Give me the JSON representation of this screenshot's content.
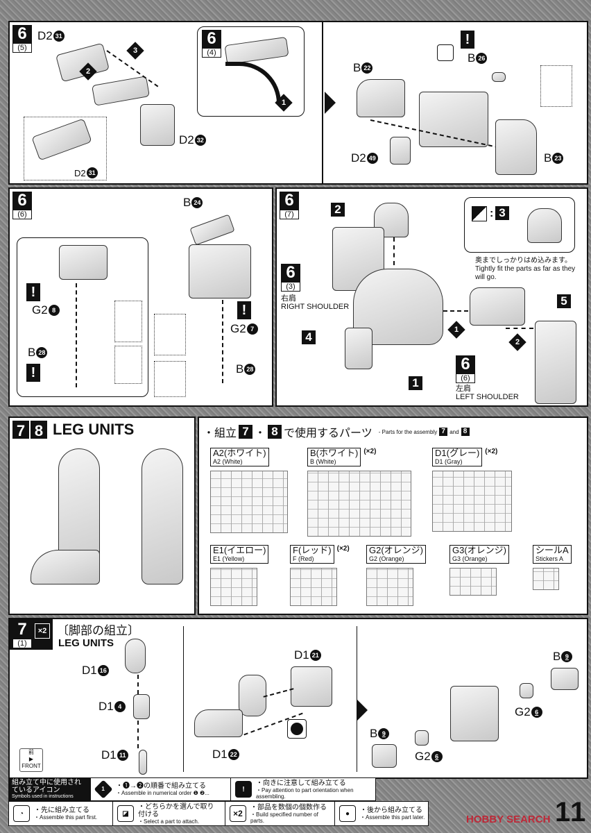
{
  "step6_5": {
    "step": "6",
    "sub": "(5)",
    "inset_step": "6",
    "inset_sub": "(4)",
    "labels": [
      {
        "p": "D2",
        "n": "31"
      },
      {
        "p": "D2",
        "n": "32"
      },
      {
        "p": "D2",
        "n": "31"
      },
      {
        "p": "B",
        "n": "22"
      },
      {
        "p": "B",
        "n": "26"
      },
      {
        "p": "D2",
        "n": "49"
      },
      {
        "p": "B",
        "n": "23"
      }
    ],
    "order": [
      "1",
      "2",
      "3"
    ]
  },
  "step6_6": {
    "step": "6",
    "sub": "(6)",
    "labels": [
      {
        "p": "B",
        "n": "24"
      },
      {
        "p": "G2",
        "n": "8"
      },
      {
        "p": "B",
        "n": "28"
      },
      {
        "p": "G2",
        "n": "7"
      },
      {
        "p": "B",
        "n": "28"
      }
    ]
  },
  "step6_7": {
    "step": "6",
    "sub": "(7)",
    "part_numbers": [
      "2",
      "4",
      "1",
      "5"
    ],
    "right_shoulder": {
      "step": "6",
      "sub": "(3)",
      "jp": "右肩",
      "en": "RIGHT SHOULDER"
    },
    "left_shoulder": {
      "step": "6",
      "sub": "(6)",
      "jp": "左肩",
      "en": "LEFT SHOULDER"
    },
    "callout": {
      "sep": ":",
      "num": "3"
    },
    "note_jp": "奥までしっかりはめ込みます。",
    "note_en": "Tightly fit the parts as far as they will go.",
    "order": [
      "1",
      "2"
    ]
  },
  "leg_title": {
    "n1": "7",
    "n2": "8",
    "title": "LEG UNITS"
  },
  "parts_header": {
    "jp_pre": "・組立",
    "n1": "7",
    "dot": "・",
    "n2": "8",
    "jp_post": "で使用するパーツ",
    "en_pre": "- Parts for the assembly",
    "and": "and"
  },
  "runners": [
    {
      "jp": "A2(ホワイト)",
      "en": "A2 (White)",
      "count": ""
    },
    {
      "jp": "B(ホワイト)",
      "en": "B (White)",
      "count": "(×2)"
    },
    {
      "jp": "D1(グレー)",
      "en": "D1 (Gray)",
      "count": "(×2)"
    },
    {
      "jp": "E1(イエロー)",
      "en": "E1 (Yellow)",
      "count": ""
    },
    {
      "jp": "F(レッド)",
      "en": "F (Red)",
      "count": "(×2)"
    },
    {
      "jp": "G2(オレンジ)",
      "en": "G2 (Orange)",
      "count": ""
    },
    {
      "jp": "G3(オレンジ)",
      "en": "G3 (Orange)",
      "count": ""
    },
    {
      "jp": "シールA",
      "en": "Stickers A",
      "count": ""
    }
  ],
  "step7_1": {
    "step": "7",
    "sub": "(1)",
    "mult": "×2",
    "jp": "〔脚部の組立〕",
    "en": "LEG UNITS",
    "labels": [
      {
        "p": "D1",
        "n": "16"
      },
      {
        "p": "D1",
        "n": "4"
      },
      {
        "p": "D1",
        "n": "11"
      },
      {
        "p": "D1",
        "n": "21"
      },
      {
        "p": "D1",
        "n": "22"
      },
      {
        "p": "B",
        "n": "9"
      },
      {
        "p": "G2",
        "n": "6"
      },
      {
        "p": "B",
        "n": "9"
      },
      {
        "p": "G2",
        "n": "6"
      }
    ],
    "front_jp": "前",
    "front_en": "FRONT"
  },
  "legend": {
    "title_jp": "組み立て中に使用されているアイコン",
    "title_en": "Symbols used in instructions",
    "items": [
      {
        "icon": "order-diamond-icon",
        "glyph": "1",
        "jp": "・❶→❷の順番で組み立てる",
        "en": "・Assemble in numerical order ❶ ❷..."
      },
      {
        "icon": "exclamation-icon",
        "glyph": "!",
        "jp": "・向きに注意して組み立てる",
        "en": "・Pay attention to part orientation when assembling."
      },
      {
        "icon": "assemble-first-icon",
        "glyph": "◔",
        "jp": "・先に組み立てる",
        "en": "・Assemble this part first."
      },
      {
        "icon": "select-part-icon",
        "glyph": "◪",
        "jp": "・どちらかを選んで取り付ける",
        "en": "・Select a part to attach."
      },
      {
        "icon": "multiply-icon",
        "glyph": "×2",
        "jp": "・部品を数個の個数作る",
        "en": "・Build specified number of parts."
      },
      {
        "icon": "assemble-later-icon",
        "glyph": "●",
        "jp": "・後から組み立てる",
        "en": "・Assemble this part later."
      }
    ]
  },
  "page_number": "11",
  "watermark": "HOBBY SEARCH"
}
